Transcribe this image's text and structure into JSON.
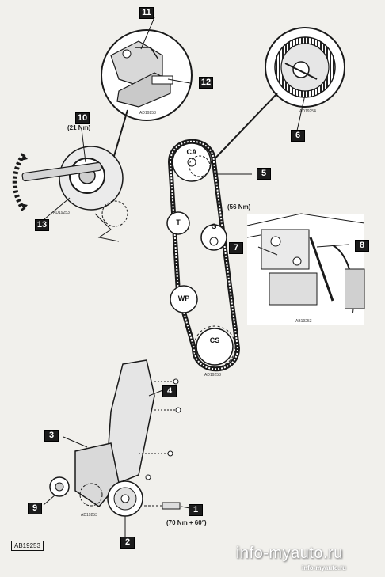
{
  "callouts": {
    "c1": "1",
    "c2": "2",
    "c3": "3",
    "c4": "4",
    "c5": "5",
    "c6": "6",
    "c7": "7",
    "c8": "8",
    "c9": "9",
    "c10": "10",
    "c11": "11",
    "c12": "12",
    "c13": "13"
  },
  "pulleys": {
    "ca": "CA",
    "t": "T",
    "g": "G",
    "wp": "WP",
    "cs": "CS"
  },
  "torques": {
    "t10": "(21 Nm)",
    "tg": "(56 Nm)",
    "t1": "(70 Nm + 60°)"
  },
  "detail_codes": {
    "d11": "AD19253",
    "d6": "AD19254",
    "d10": "AD19253",
    "d8": "AB19253",
    "dbelt": "AD19253",
    "dbottom": "AD19253"
  },
  "figure_code": "AB19253",
  "watermark": {
    "large": "info-myauto.ru",
    "small": "info-myauto.ru"
  },
  "colors": {
    "ink": "#1a1a1a",
    "paper": "#f1f0ec",
    "callout_bg": "#1c1c1c"
  }
}
